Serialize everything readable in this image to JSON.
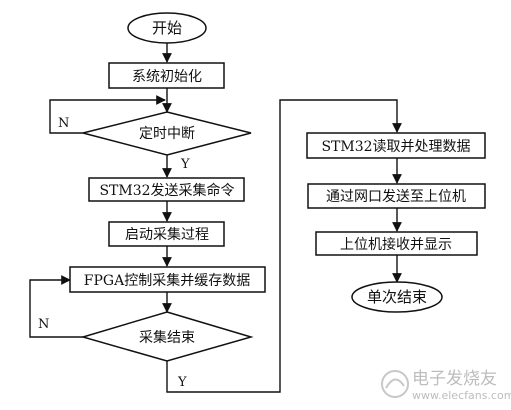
{
  "nodes": {
    "start": "开始",
    "init": "系统初始化",
    "timer": "定时中断",
    "send_cmd": "STM32发送采集命令",
    "start_acq": "启动采集过程",
    "fpga": "FPGA控制采集并缓存数据",
    "acq_end": "采集结束",
    "stm32_read": "STM32读取并处理数据",
    "net_send": "通过网口发送至上位机",
    "host": "上位机接收并显示",
    "single_end": "单次结束"
  },
  "edge_labels": {
    "timer_no": "N",
    "timer_yes": "Y",
    "acq_no": "N",
    "acq_yes": "Y"
  },
  "watermark": {
    "brand": "电子发烧友",
    "url": "www.elecfans.com"
  }
}
